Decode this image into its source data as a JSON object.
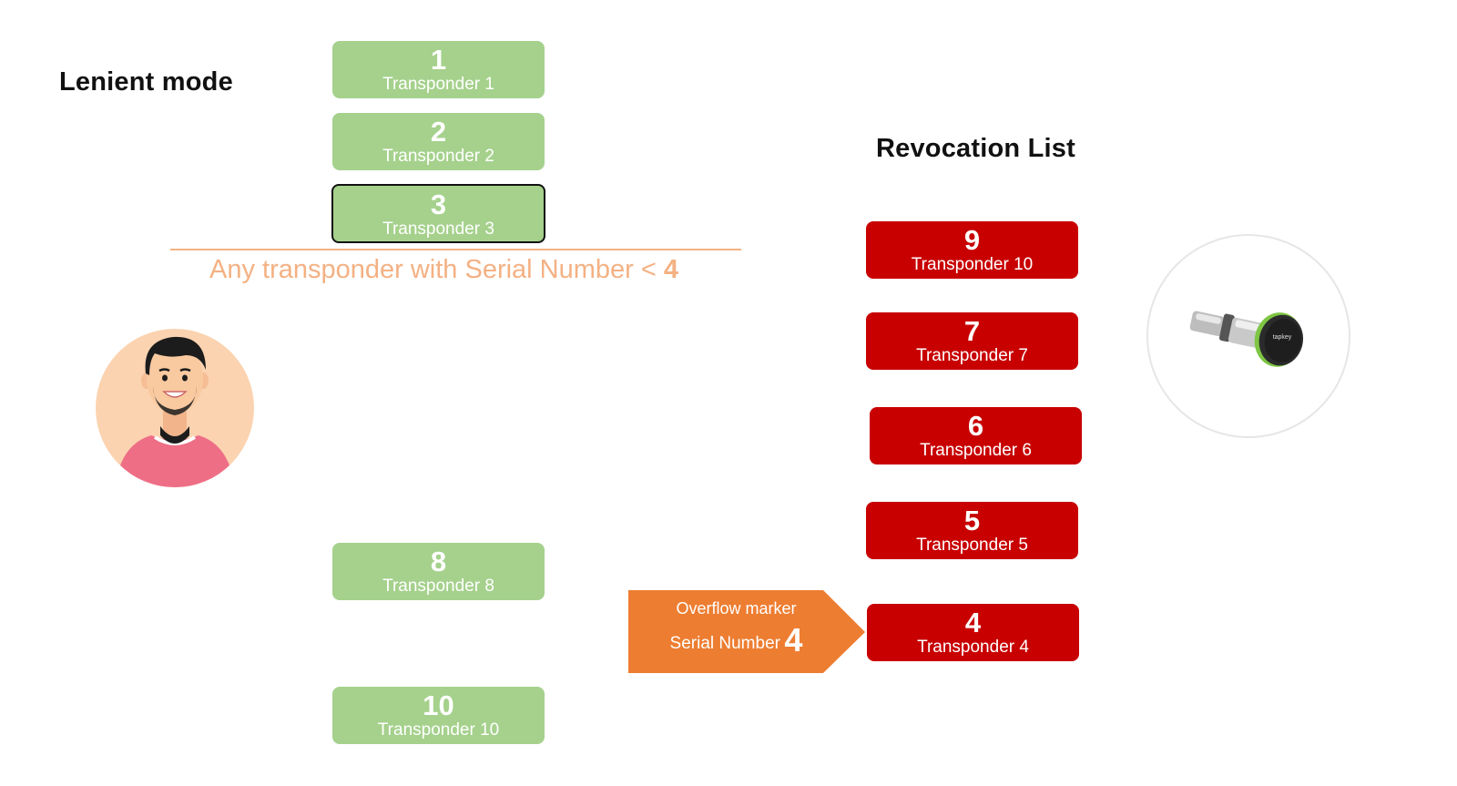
{
  "title": "Lenient mode",
  "revocation_title": "Revocation List",
  "threshold": {
    "prefix": "Any transponder with Serial Number < ",
    "value": "4"
  },
  "colors": {
    "valid": "#a5d18c",
    "revoked": "#c80000",
    "marker": "#ed7d31",
    "threshold": "#f4b183"
  },
  "allowed_transponders": [
    {
      "number": "1",
      "label": "Transponder 1"
    },
    {
      "number": "2",
      "label": "Transponder 2"
    },
    {
      "number": "3",
      "label": "Transponder 3"
    }
  ],
  "other_transponders": [
    {
      "number": "8",
      "label": "Transponder 8"
    },
    {
      "number": "10",
      "label": "Transponder 10"
    }
  ],
  "revocation_list": [
    {
      "number": "9",
      "label": "Transponder 10"
    },
    {
      "number": "7",
      "label": "Transponder 7"
    },
    {
      "number": "6",
      "label": "Transponder 6"
    },
    {
      "number": "5",
      "label": "Transponder 5"
    },
    {
      "number": "4",
      "label": "Transponder 4"
    }
  ],
  "overflow_marker": {
    "line1": "Overflow marker",
    "line2": "Serial Number",
    "value": "4"
  },
  "lock_brand": "tapkey",
  "icons": {
    "user": "user-avatar-icon",
    "lock": "smart-lock-cylinder-icon"
  }
}
